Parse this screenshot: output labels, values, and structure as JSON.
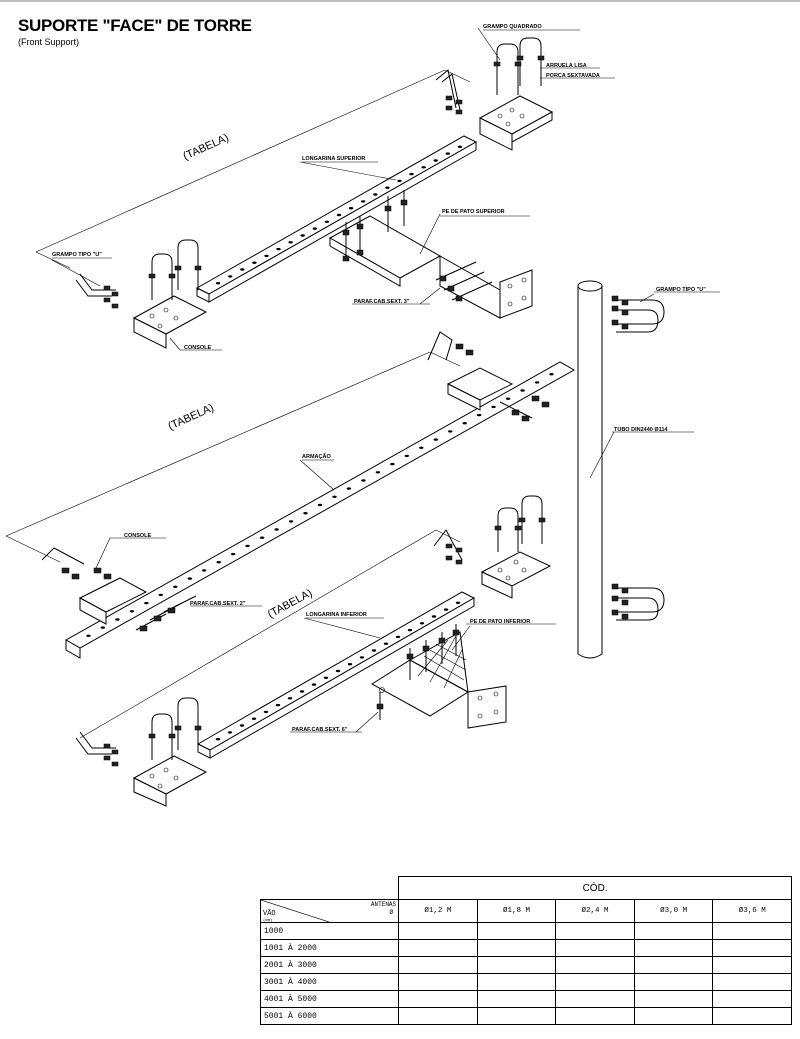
{
  "title": "SUPORTE \"FACE\" DE TORRE",
  "subtitle": "(Front Support)",
  "labels": {
    "grampo_quadrado": "GRAMPO QUADRADO",
    "arruela_lisa": "ARRUELA LISA",
    "porca_sextavada": "PORCA SEXTAVADA",
    "tabela_top": "(TABELA)",
    "longarina_superior": "LONGARINA SUPERIOR",
    "pe_pato_superior": "PE DE PATO SUPERIOR",
    "grampo_tipo_u_left": "GRAMPO TIPO \"U\"",
    "parafuso_3": "PARAF.CAB.SEXT. 3\"",
    "console_1": "CONSOLE",
    "grampo_tipo_u_right": "GRAMPO TIPO \"U\"",
    "tabela_mid": "(TABELA)",
    "tubo_din": "TUBO DIN2440 Ø114",
    "armacao": "ARMAÇÃO",
    "console_2": "CONSOLE",
    "parafuso_2": "PARAF.CAB.SEXT. 2\"",
    "tabela_bottom": "(TABELA)",
    "longarina_inferior": "LONGARINA INFERIOR",
    "pe_pato_inferior": "PE DE PATO INFERIOR",
    "parafuso_6": "PARAF.CAB.SEXT. 6\""
  },
  "table": {
    "cod_header": "CÓD.",
    "vao_label": "VÃO",
    "antenas_label": "ANTENAS",
    "phi_label": "Ø",
    "mm_label": "(mm)",
    "diameters": [
      "Ø1,2  M",
      "Ø1,8  M",
      "Ø2,4  M",
      "Ø3,0  M",
      "Ø3,6  M"
    ],
    "rows": [
      "1000",
      "1001  À  2000",
      "2001  À  3000",
      "3001  À  4000",
      "4001  À  5000",
      "5001  À  6000"
    ]
  }
}
